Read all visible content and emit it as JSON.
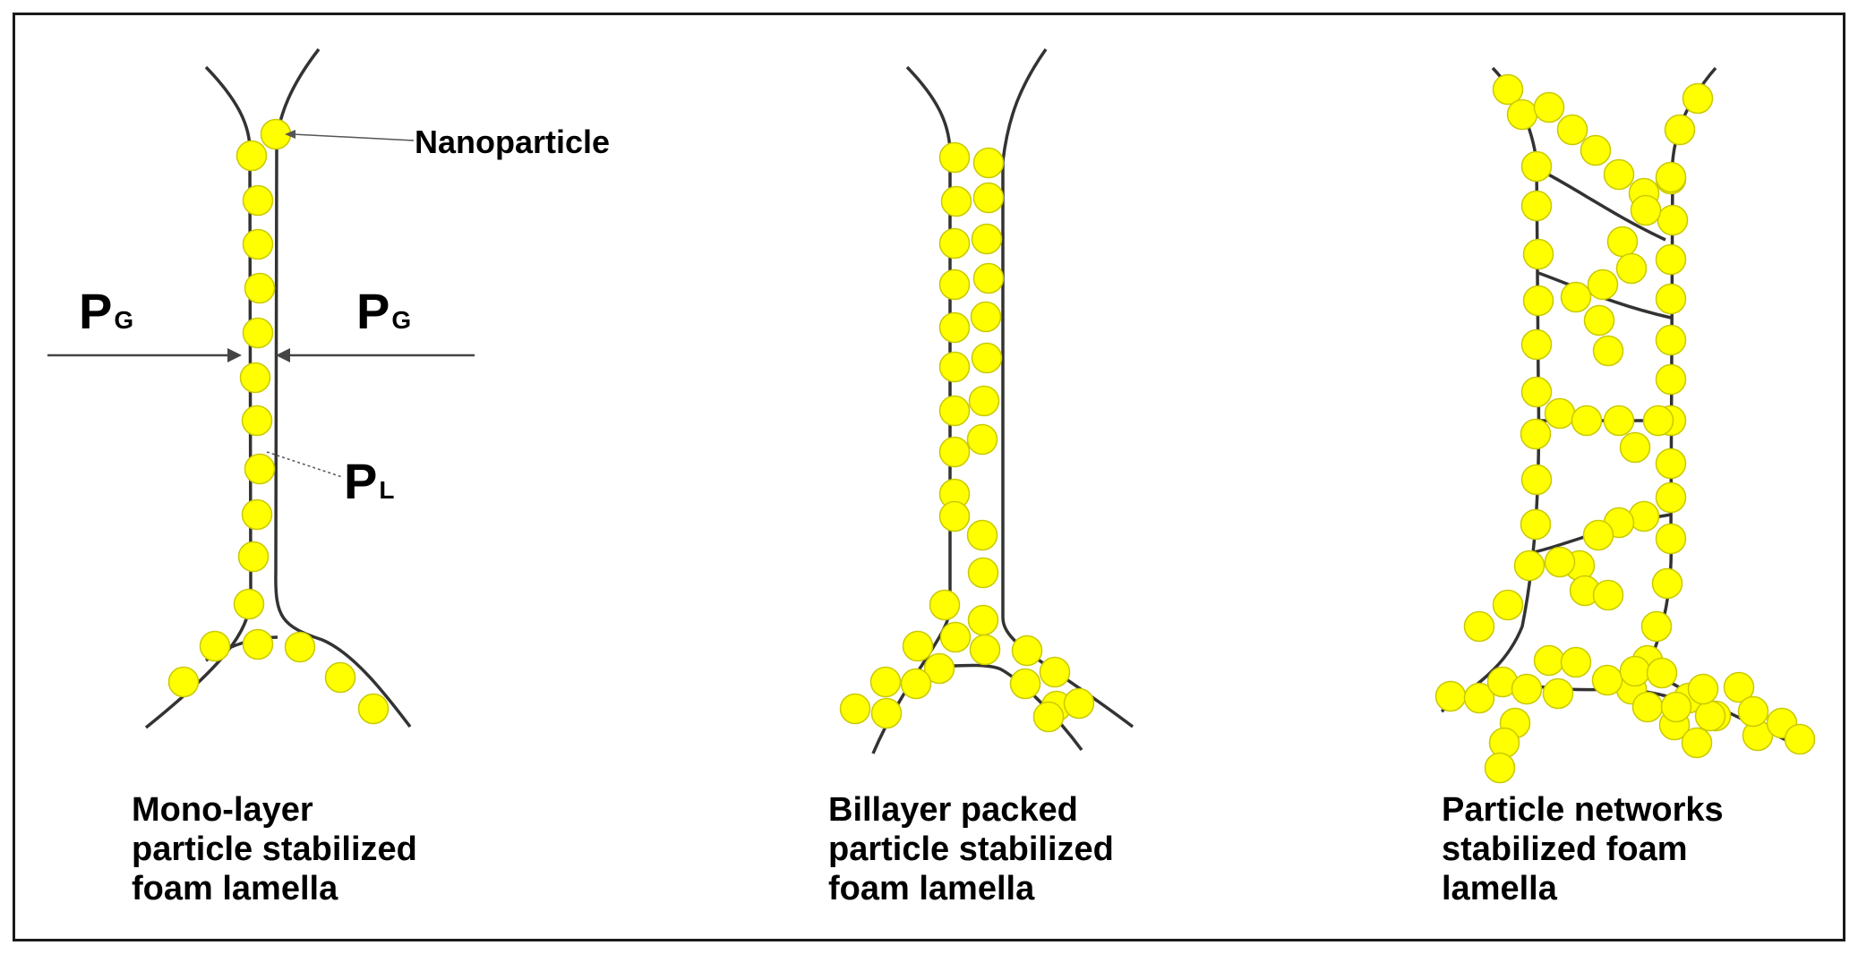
{
  "labels": {
    "nanoparticle": "Nanoparticle",
    "pressure_gas": "P",
    "pressure_gas_sub": "G",
    "pressure_liquid": "P",
    "pressure_liquid_sub": "L"
  },
  "panels": [
    {
      "caption": [
        "Mono-layer",
        "particle stabilized",
        "foam lamella"
      ]
    },
    {
      "caption": [
        "Billayer packed",
        "particle stabilized",
        "foam lamella"
      ]
    },
    {
      "caption": [
        "Particle networks",
        "stabilized foam",
        "lamella"
      ]
    }
  ],
  "colors": {
    "particle_fill": "#ffff00",
    "particle_stroke": "#c9c900",
    "film_line": "#333333",
    "arrow": "#444444"
  }
}
